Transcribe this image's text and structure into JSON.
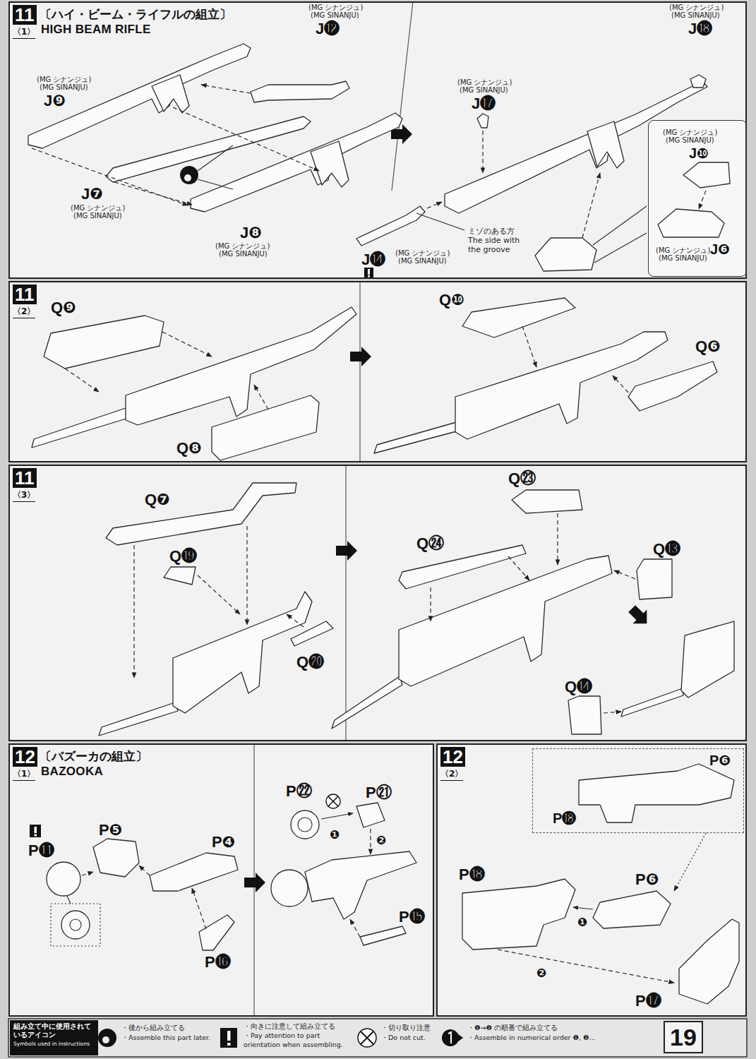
{
  "diagram": {
    "nodes": [
      {
        "text": [
          "11",
          "〈1〉",
          "〔ハイ・ビーム・ライフルの組立〕",
          "HIGH BEAM RIFLE"
        ]
      },
      {
        "text": [
          "(MG シナンジュ)",
          "(MG SINANJU)",
          "J❿",
          "J❻",
          "(MG シナンジュ)",
          "(MG SINANJU)"
        ],
        "in": 0
      },
      {
        "text": [
          "11",
          "〈2〉"
        ]
      },
      {
        "text": [
          "11",
          "〈3〉"
        ]
      },
      {
        "text": [
          "12",
          "〈1〉",
          "〔バズーカの組立〕",
          "BAZOOKA"
        ]
      },
      {
        "text": [
          "12",
          "〈2〉"
        ]
      },
      {
        "text": [
          "P❻",
          "P⓲"
        ],
        "in": 5
      },
      {
        "text": [
          "組み立て中に使用されているアイコン",
          "Symbols used in instructions"
        ]
      },
      {
        "text": [
          "19"
        ]
      }
    ],
    "labels": [
      "(MG シナンジュ)",
      "(MG SINANJU)",
      "J⓬",
      "(MG シナンジュ)",
      "(MG SINANJU)",
      "J❾",
      "J❼",
      "(MG シナンジュ)",
      "(MG SINANJU)",
      "J❽",
      "(MG シナンジュ)",
      "(MG SINANJU)",
      "(MG シナンジュ)",
      "(MG SINANJU)",
      "J⓱",
      "(MG シナンジュ)",
      "(MG SINANJU)",
      "J⓲",
      "J⓮",
      "(MG シナンジュ)",
      "(MG SINANJU)",
      "ミゾのある方",
      "The side with the groove",
      "Q❾",
      "Q❽",
      "Q❿",
      "Q❻",
      "Q❼",
      "Q⓳",
      "Q⓴",
      "Q㉓",
      "Q㉔",
      "Q⓭",
      "Q⓮",
      "P⓫",
      "P❺",
      "P❹",
      "P⓰",
      "P㉒",
      "P㉑",
      "❶",
      "❷",
      "P⓯",
      "P⓲",
      "P❻",
      "❶",
      "❷",
      "P⓱"
    ],
    "legend": [
      {
        "text": "・後から組み立てる"
      },
      {
        "text": "・Assemble this part later."
      },
      {
        "text": "・向きに注意して組み立てる"
      },
      {
        "text": "・Pay attention to part orientation when assembling."
      },
      {
        "text": "・切り取り注意"
      },
      {
        "text": "・Do not cut."
      },
      {
        "text": "・❶→❷ の順番で組み立てる"
      },
      {
        "text": "・Assemble in numerical order ❶, ❷..."
      }
    ]
  }
}
